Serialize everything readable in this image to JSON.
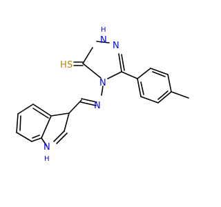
{
  "molecule": {
    "atom_labels": {
      "hn_triazole_h": "H",
      "hn_triazole_n": "N",
      "n_triazole_2": "N",
      "n_triazole_4": "N",
      "n_imine": "N",
      "s_thione": "S",
      "s_thione_h": "H",
      "hn_indole_h": "H",
      "hn_indole_n": "N"
    },
    "colors": {
      "carbon_bond": "#000000",
      "nitrogen": "#0000ff",
      "sulfur": "#b8860b"
    }
  }
}
